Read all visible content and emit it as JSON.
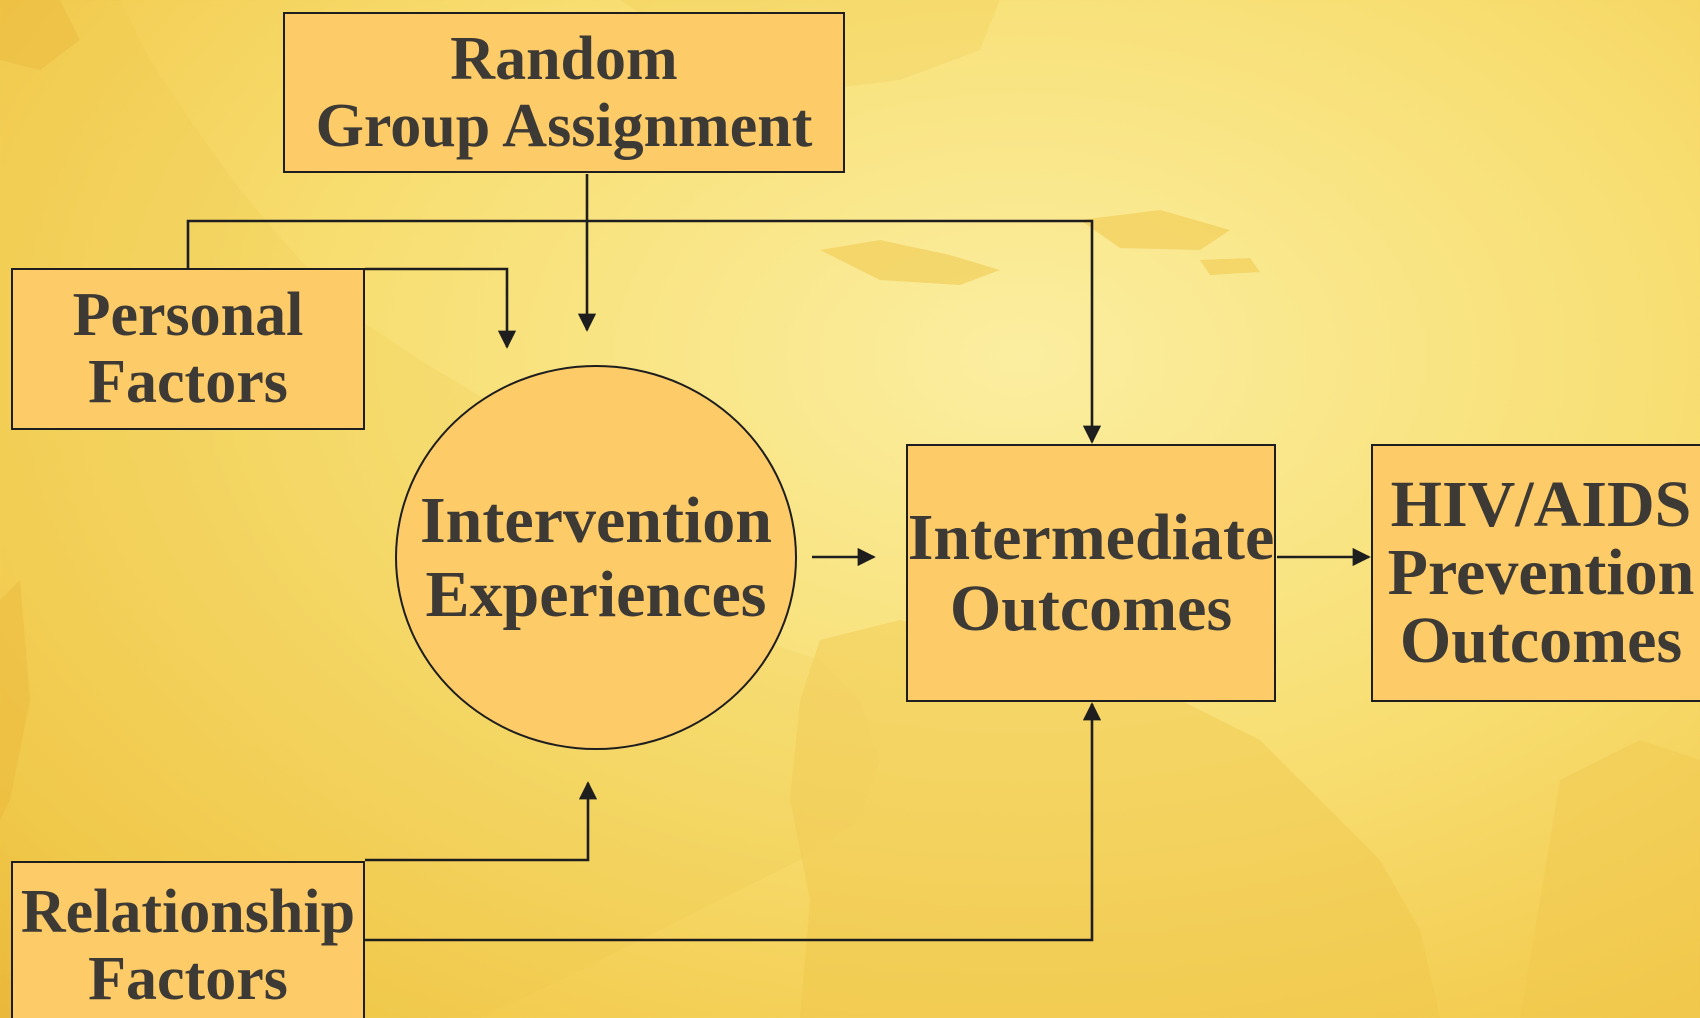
{
  "diagram": {
    "nodes": {
      "random_group_assignment": {
        "lines": [
          "Random",
          "Group Assignment"
        ]
      },
      "personal_factors": {
        "lines": [
          "Personal",
          "Factors"
        ]
      },
      "relationship_factors": {
        "lines": [
          "Relationship",
          "Factors"
        ]
      },
      "intervention_experiences": {
        "lines": [
          "Intervention",
          "Experiences"
        ]
      },
      "intermediate_outcomes": {
        "lines": [
          "Intermediate",
          "Outcomes"
        ]
      },
      "hiv_aids_prevention_outcomes": {
        "lines": [
          "HIV/AIDS",
          "Prevention",
          "Outcomes"
        ]
      }
    },
    "edges": [
      {
        "from": "random_group_assignment",
        "to": "intervention_experiences"
      },
      {
        "from": "random_group_assignment",
        "to": "intermediate_outcomes"
      },
      {
        "from": "personal_factors",
        "to": "intervention_experiences"
      },
      {
        "from": "relationship_factors",
        "to": "intervention_experiences"
      },
      {
        "from": "relationship_factors",
        "to": "intermediate_outcomes"
      },
      {
        "from": "intervention_experiences",
        "to": "intermediate_outcomes"
      },
      {
        "from": "intermediate_outcomes",
        "to": "hiv_aids_prevention_outcomes"
      }
    ],
    "colors": {
      "node_fill": "#fdcb67",
      "node_border": "#1e1e1e",
      "text": "#3d3a36",
      "connector": "#1e1e1e"
    }
  }
}
